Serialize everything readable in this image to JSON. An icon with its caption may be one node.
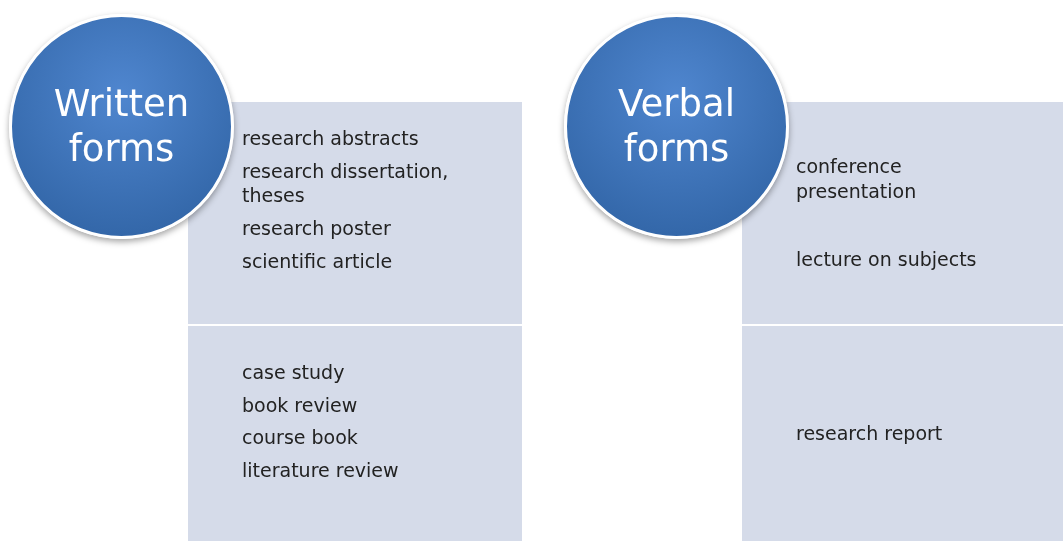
{
  "diagram": {
    "nodes": [
      {
        "text": [
          "Written forms"
        ]
      },
      {
        "text": [
          "research abstracts",
          "research dissertation, theses",
          "research poster",
          "scientific article"
        ]
      },
      {
        "text": [
          "case study",
          "book review",
          "course book",
          "literature review"
        ]
      },
      {
        "text": [
          "Verbal forms"
        ]
      },
      {
        "text": [
          "conference presentation",
          "lecture on subjects"
        ]
      },
      {
        "text": [
          "research report"
        ]
      }
    ],
    "edges": []
  }
}
